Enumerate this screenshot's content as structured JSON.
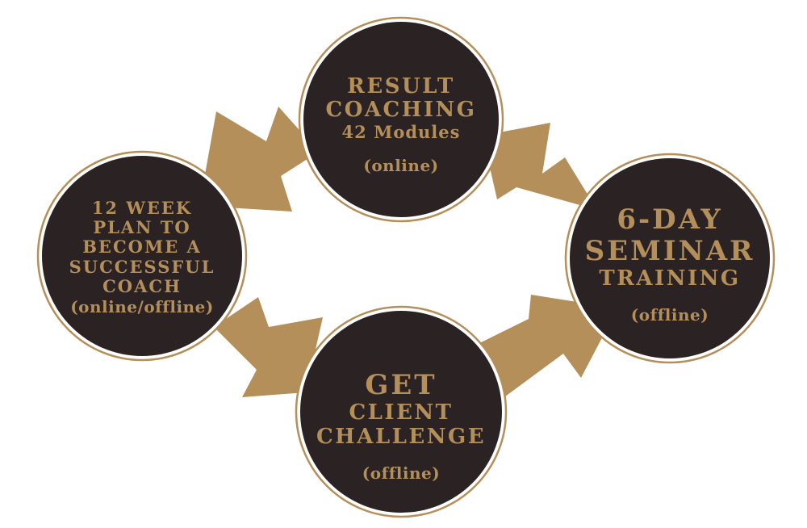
{
  "colors": {
    "circle_fill": "#2b2223",
    "circle_ring": "#b48f5a",
    "arrow": "#b48f5a",
    "text": "#b48f5a"
  },
  "nodes": {
    "result_coaching": {
      "line1": "RESULT",
      "line2": "COACHING",
      "line3": "42 Modules",
      "mode": "(online)"
    },
    "twelve_week_plan": {
      "line1": "12 WEEK",
      "line2": "PLAN TO",
      "line3": "BECOME A",
      "line4": "SUCCESSFUL",
      "line5": "COACH",
      "mode": "(online/offline)"
    },
    "get_client_challenge": {
      "line1": "GET",
      "line2": "CLIENT",
      "line3": "CHALLENGE",
      "mode": "(offline)"
    },
    "six_day_seminar": {
      "line1": "6-DAY",
      "line2": "SEMINAR",
      "line3": "TRAINING",
      "mode": "(offline)"
    }
  }
}
